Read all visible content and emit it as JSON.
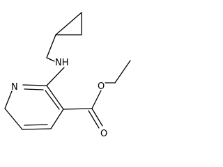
{
  "molecule": {
    "atom_labels": {
      "amine": "NH",
      "pyridine_nitrogen": "N",
      "ester_oxygen": "O",
      "carbonyl_oxygen": "O"
    }
  },
  "colors": {
    "bond": "#000000",
    "background": "#ffffff"
  }
}
